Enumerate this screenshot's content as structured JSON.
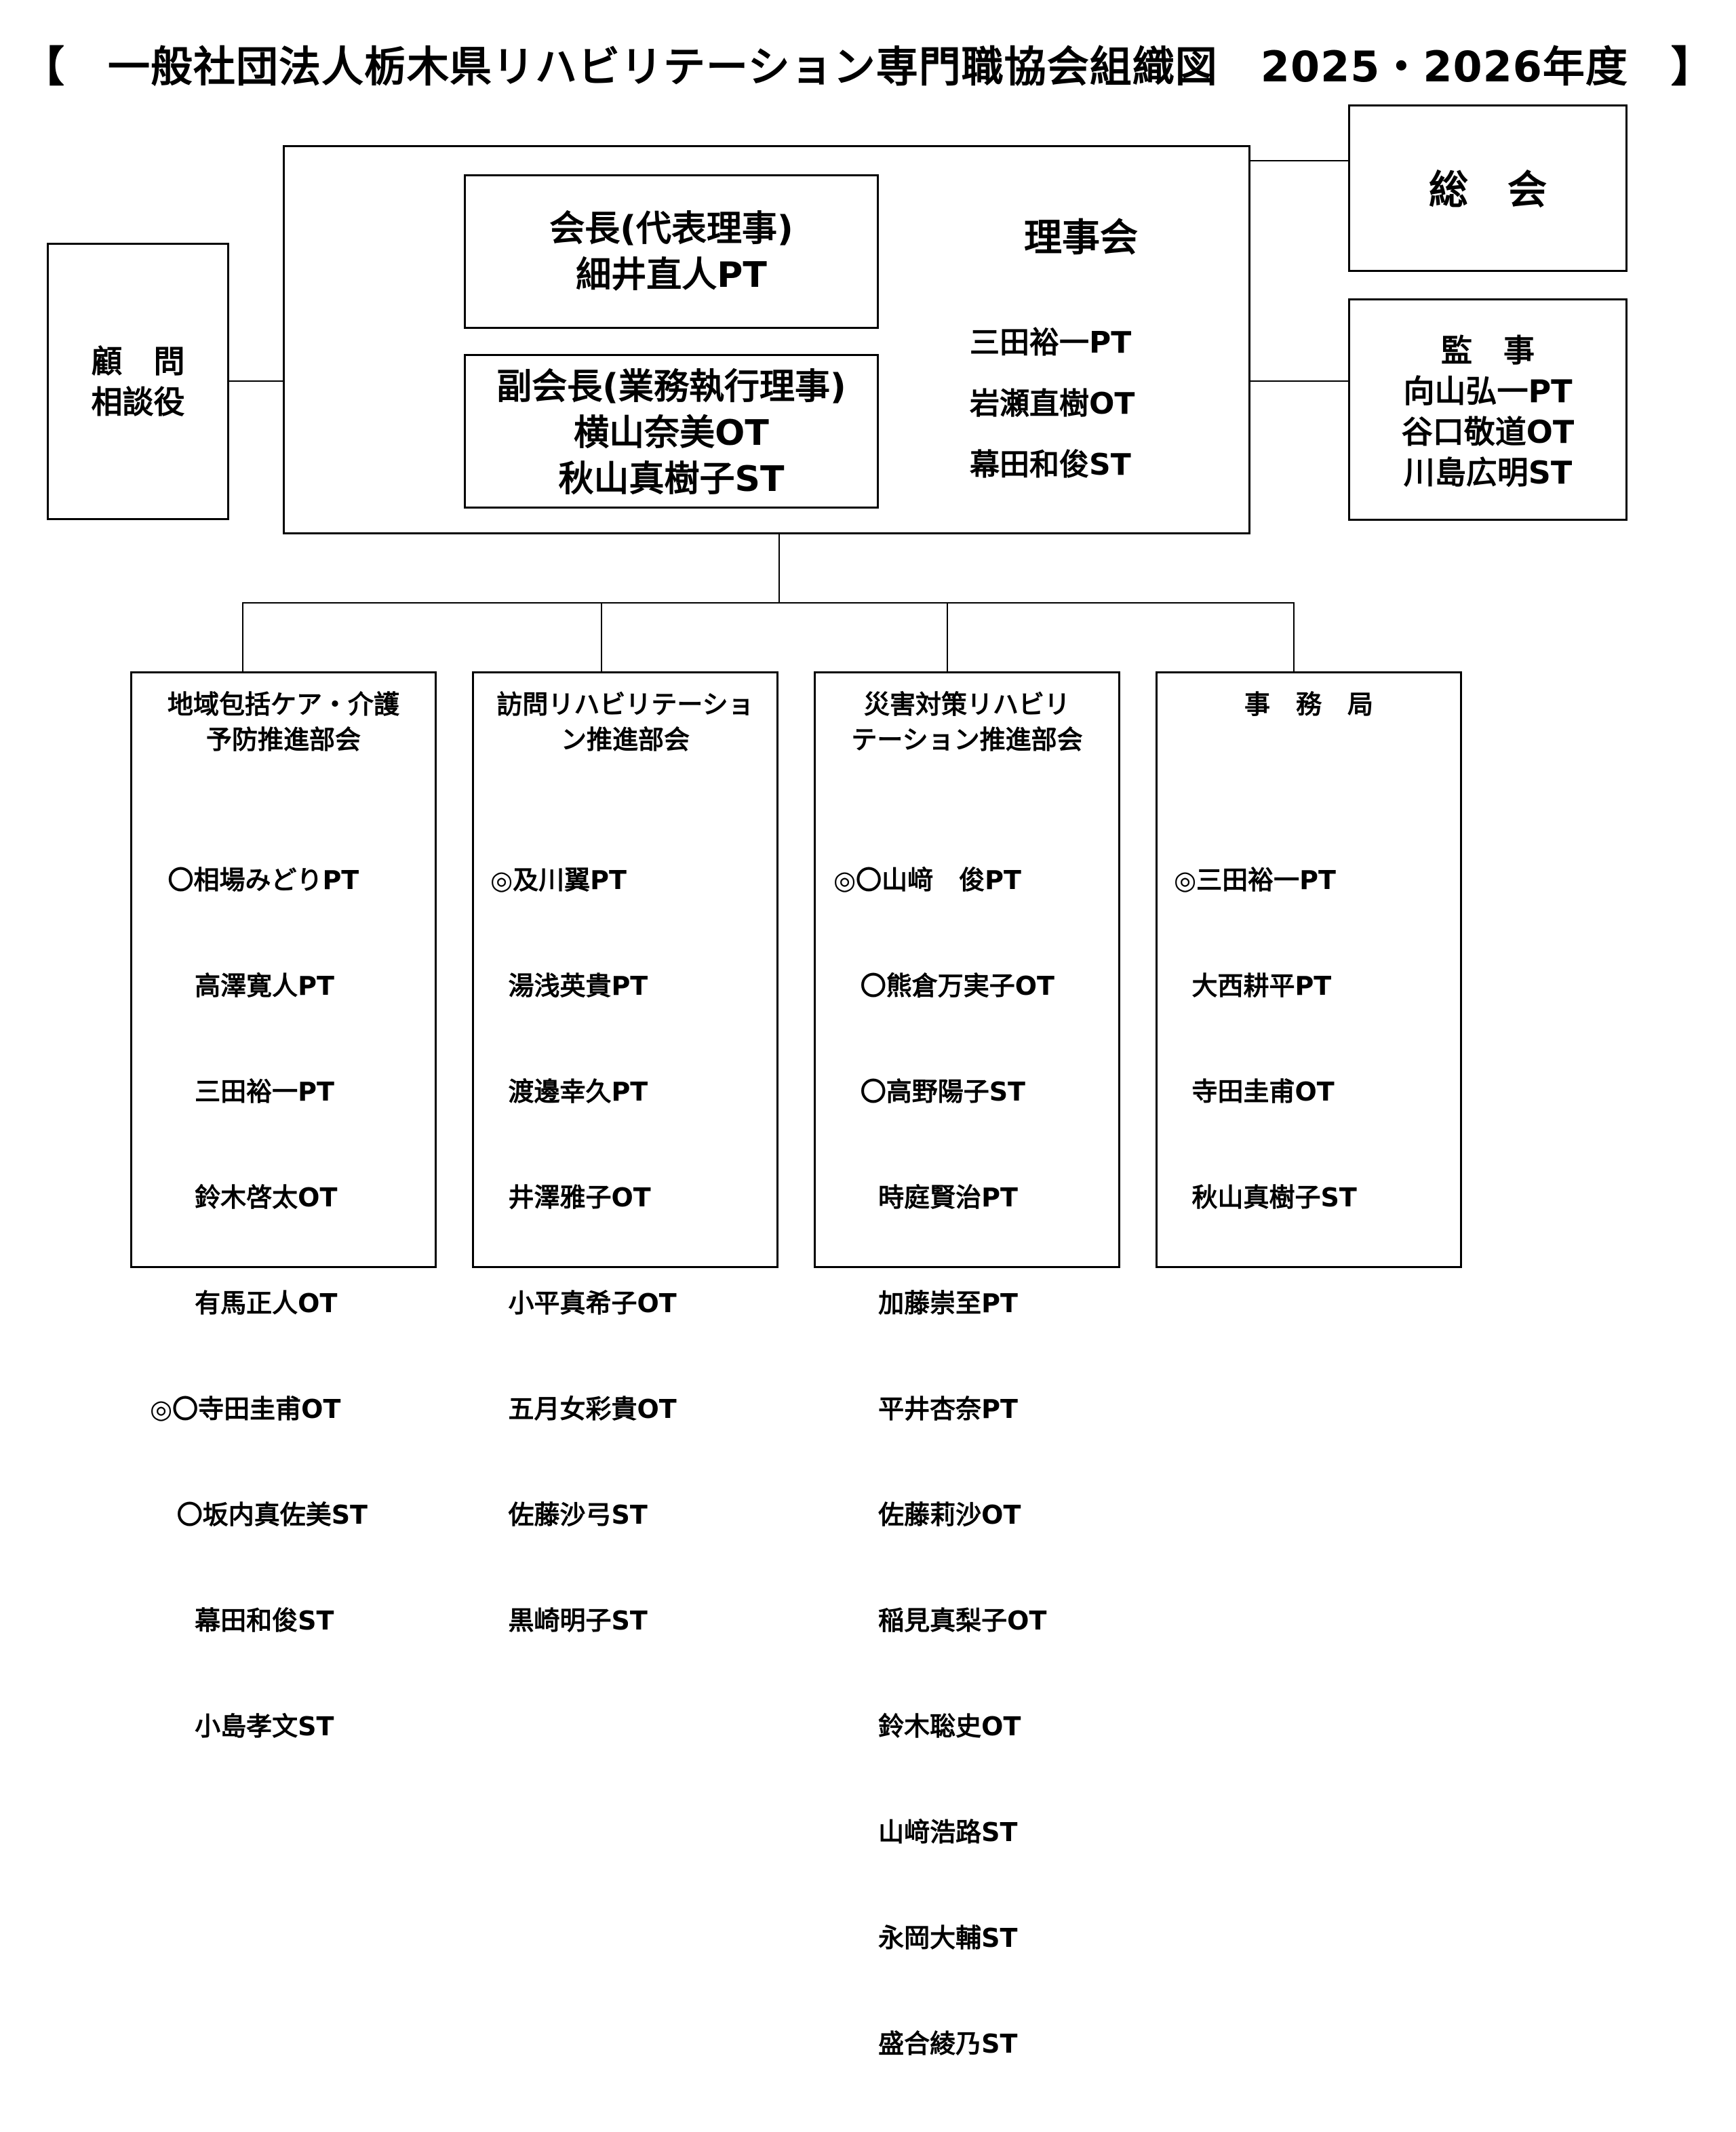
{
  "title": "【　一般社団法人栃木県リハビリテーション専門職協会組織図　2025・2026年度　】",
  "board": {
    "president": {
      "role": "会長(代表理事)",
      "name": "細井直人PT"
    },
    "vice_president": {
      "role": "副会長(業務執行理事)",
      "names": [
        "横山奈美OT",
        "秋山真樹子ST"
      ]
    },
    "council_label": "理事会",
    "directors": [
      "三田裕一PT",
      "岩瀬直樹OT",
      "幕田和俊ST"
    ]
  },
  "advisor": {
    "line1": "顧　問",
    "line2": "相談役"
  },
  "general_assembly": {
    "label": "総　会"
  },
  "auditors": {
    "label": "監　事",
    "names": [
      "向山弘一PT",
      "谷口敬道OT",
      "川島広明ST"
    ]
  },
  "departments": [
    {
      "title_lines": [
        "地域包括ケア・介護",
        "予防推進部会"
      ],
      "members": [
        "  〇相場みどりPT",
        "     高澤寛人PT",
        "     三田裕一PT",
        "     鈴木啓太OT",
        "     有馬正人OT",
        "◎〇寺田圭甫OT",
        "   〇坂内真佐美ST",
        "     幕田和俊ST",
        "     小島孝文ST"
      ]
    },
    {
      "title_lines": [
        "訪問リハビリテーショ",
        "ン推進部会"
      ],
      "members": [
        "◎及川翼PT",
        "  湯浅英貴PT",
        "  渡邊幸久PT",
        "  井澤雅子OT",
        "  小平真希子OT",
        "  五月女彩貴OT",
        "  佐藤沙弓ST",
        "  黒崎明子ST"
      ]
    },
    {
      "title_lines": [
        "災害対策リハビリ",
        "テーション推進部会"
      ],
      "members": [
        "◎〇山﨑　俊PT",
        "   〇熊倉万実子OT",
        "   〇高野陽子ST",
        "     時庭賢治PT",
        "     加藤崇至PT",
        "     平井杏奈PT",
        "     佐藤莉沙OT",
        "     稲見真梨子OT",
        "     鈴木聡史OT",
        "     山﨑浩路ST",
        "     永岡大輔ST",
        "     盛合綾乃ST"
      ]
    },
    {
      "title_lines": [
        "事　務　局"
      ],
      "members": [
        "◎三田裕一PT",
        "  大西耕平PT",
        "  寺田圭甫OT",
        "  秋山真樹子ST"
      ]
    }
  ]
}
